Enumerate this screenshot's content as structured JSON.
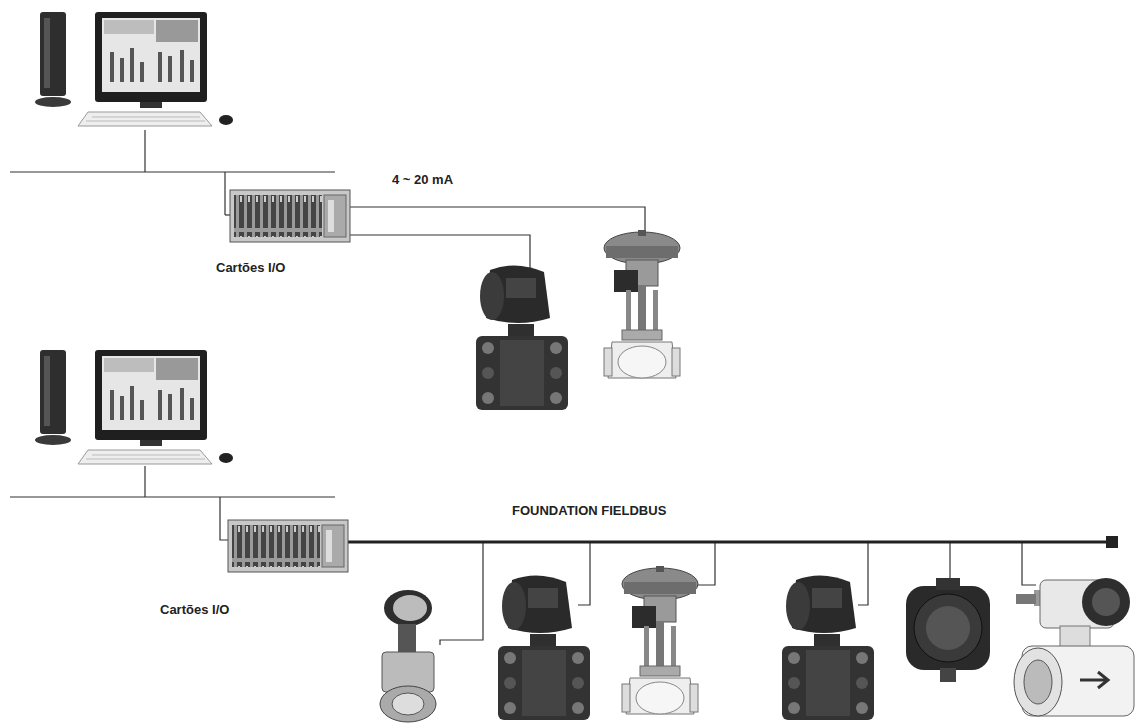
{
  "diagram": {
    "labels": [
      "4 ~ 20 mA",
      "Cartões I/O",
      "FOUNDATION FIELDBUS",
      "Cartões I/O"
    ]
  }
}
